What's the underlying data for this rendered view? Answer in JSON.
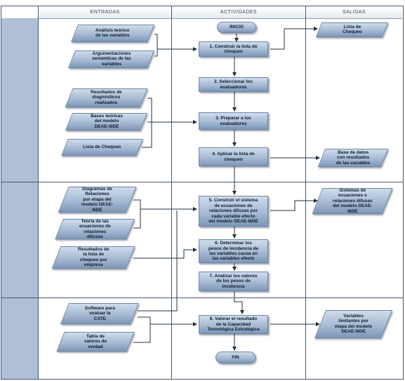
{
  "headers": {
    "inputs": "ENTRADAS",
    "activities": "ACTIVIDADES",
    "outputs": "SALIDAS"
  },
  "colors": {
    "shape_light": "#cfdcec",
    "shape_dark": "#7e98b9",
    "lane_band": "#aebfd6",
    "line": "#203040"
  },
  "terminals": {
    "start": "INICIO",
    "end": "FIN"
  },
  "inputs": [
    "Análisis teórico\nde las variables",
    "Argumentaciones\nsemánticas de las\nvariables",
    "Resultados de\ndiagnósticos\nrealizados",
    "Bases teóricas\ndel modelo\nDEAE-I6DE",
    "Lista de Chequeo",
    "Diagramas de\nRelaciones\npor etapa del\nmodelo DEAE-\nI6DE",
    "Teoría de las\necuaciones de\nrelaciones\ndifusas",
    "Resultados de\nla lista de\nchequeo por\nempresa",
    "Software para\nevaluar la\nCATE",
    "Tabla de\nvalores de\nverdad"
  ],
  "activities": [
    "1. Construir la lista de\nchequeo",
    "2. Seleccionar los\nevaluadores",
    "3. Preparar a los\nevaluadores",
    "4. Aplicar la lista de\nchequeo",
    "5. Construir el sistema\nde ecuaciones de\nrelaciones difusas por\ncada variable efecto\ndel modelo DEAE-I6DE",
    "6. Determinar los\npesos de incidencia de\nlas variables causa en\nlas variables efecto",
    "7. Analizar los valores\nde los pesos de\nincidencia",
    "8. Valorar el resultado\nde la Capacidad\nTecnológica Estratégica"
  ],
  "outputs": [
    "Lista de\nChequeo",
    "Base de datos\ncon resultados\nde las variables",
    "Sistemas de\necuaciones e\nrelaciones difusas\ndel modelo DEAE-\nI6DE",
    "Variables\nlimitantes por\netapa del modelo\nDEAE-I6DE"
  ]
}
